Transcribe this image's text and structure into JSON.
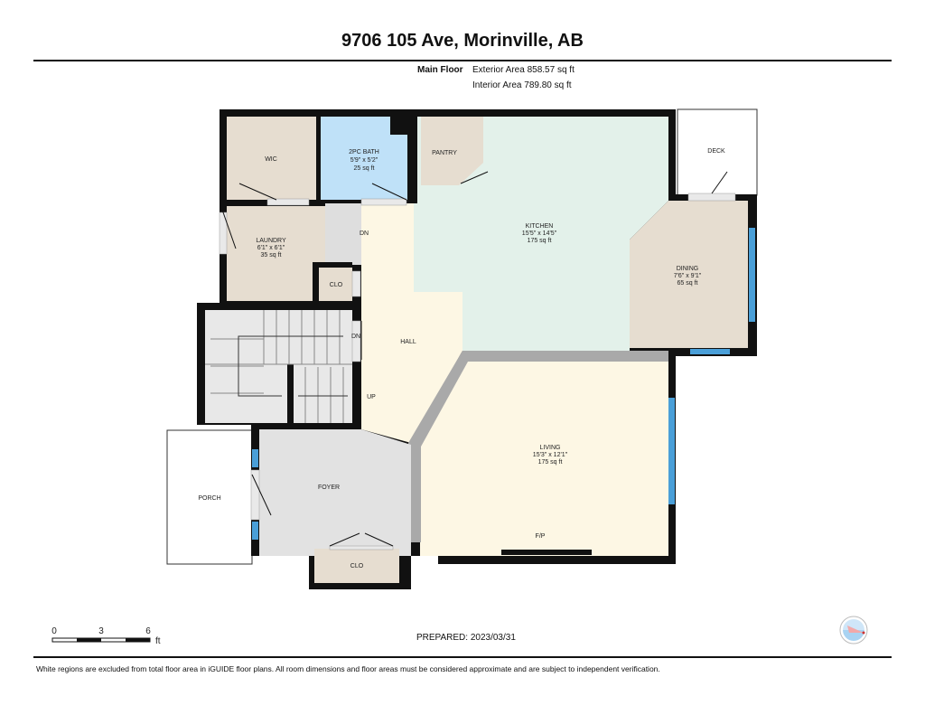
{
  "header": {
    "title": "9706 105 Ave, Morinville, AB",
    "floor": "Main Floor",
    "exterior_area": "Exterior Area 858.57 sq ft",
    "interior_area": "Interior Area 789.80 sq ft"
  },
  "rooms": {
    "wic": {
      "name": "WIC"
    },
    "bath": {
      "name": "2PC BATH",
      "dims": "5'9\" x 5'2\"",
      "area": "25 sq ft"
    },
    "pantry": {
      "name": "PANTRY"
    },
    "kitchen": {
      "name": "KITCHEN",
      "dims": "15'5\" x 14'5\"",
      "area": "175 sq ft"
    },
    "deck": {
      "name": "DECK"
    },
    "dining": {
      "name": "DINING",
      "dims": "7'6\" x 9'1\"",
      "area": "65 sq ft"
    },
    "laundry": {
      "name": "LAUNDRY",
      "dims": "6'1\" x 6'1\"",
      "area": "35 sq ft"
    },
    "clo1": {
      "name": "CLO"
    },
    "hall": {
      "name": "HALL"
    },
    "living": {
      "name": "LIVING",
      "dims": "15'3\" x 12'1\"",
      "area": "175 sq ft"
    },
    "foyer": {
      "name": "FOYER"
    },
    "porch": {
      "name": "PORCH"
    },
    "clo2": {
      "name": "CLO"
    },
    "fireplace": {
      "name": "F/P"
    }
  },
  "stairs": {
    "dn1": "DN",
    "dn2": "DN",
    "up": "UP"
  },
  "scale": {
    "ticks": [
      "0",
      "3",
      "6"
    ],
    "unit": "ft"
  },
  "footer": {
    "prepared": "PREPARED: 2023/03/31",
    "disclaimer": "White regions are excluded from total floor area in iGUIDE floor plans. All room dimensions and floor areas must be considered approximate and are subject to independent verification."
  },
  "colors": {
    "wall": "#111111",
    "tan": "#e6ddd0",
    "blue": "#bfe1f8",
    "kitchen": "#e3f1ea",
    "hall": "#fdf7e4",
    "gray": "#e3e3e3",
    "window": "#4a9fd8"
  }
}
